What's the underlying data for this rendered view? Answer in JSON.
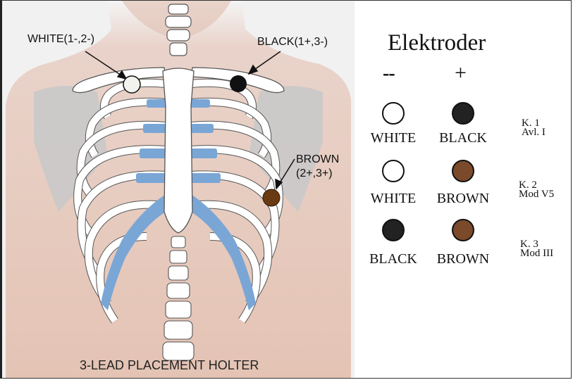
{
  "colors": {
    "white_electrode": "#f2f3ee",
    "black_electrode": "#111111",
    "brown_electrode_diagram": "#6a3a12",
    "brown_electrode_legend": "#7a4a2b",
    "skin": "#e7c7ba",
    "bone": "#ffffff",
    "cartilage": "#7aa6d6",
    "shoulder_blade": "#c9c9c9"
  },
  "diagram": {
    "white_label": "WHITE(1-,2-)",
    "black_label": "BLACK(1+,3-)",
    "brown_label_line1": "BROWN",
    "brown_label_line2": "(2+,3+)",
    "caption": "3-LEAD PLACEMENT HOLTER"
  },
  "legend": {
    "title": "Elektroder",
    "negative_sign": "--",
    "positive_sign": "+",
    "channels": [
      {
        "negative": {
          "name": "WHITE",
          "color": "#ffffff"
        },
        "positive": {
          "name": "BLACK",
          "color": "#222222"
        },
        "label_line1": "K. 1",
        "label_line2": "Avl. I"
      },
      {
        "negative": {
          "name": "WHITE",
          "color": "#ffffff"
        },
        "positive": {
          "name": "BROWN",
          "color": "#7a4a2b"
        },
        "label_line1": "K. 2",
        "label_line2": "Mod V5"
      },
      {
        "negative": {
          "name": "BLACK",
          "color": "#222222"
        },
        "positive": {
          "name": "BROWN",
          "color": "#7a4a2b"
        },
        "label_line1": "K. 3",
        "label_line2": "Mod III"
      }
    ]
  }
}
